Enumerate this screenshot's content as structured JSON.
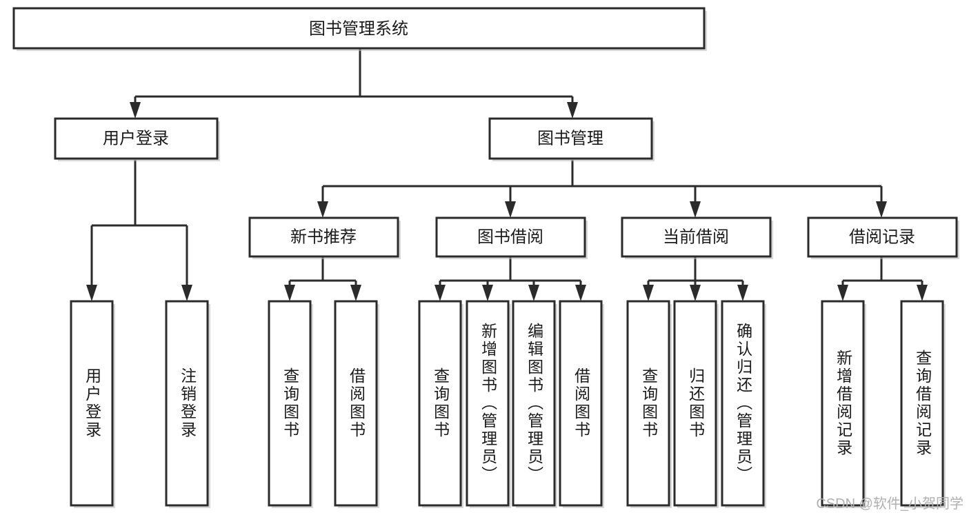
{
  "diagram": {
    "title": "图书管理系统",
    "type": "tree-hierarchy",
    "root": {
      "id": "root",
      "label": "图书管理系统",
      "level": 0
    },
    "level1": [
      {
        "id": "user-login",
        "label": "用户登录"
      },
      {
        "id": "book-manage",
        "label": "图书管理"
      }
    ],
    "level2": [
      {
        "id": "new-book-rec",
        "label": "新书推荐",
        "parent": "book-manage"
      },
      {
        "id": "book-borrow",
        "label": "图书借阅",
        "parent": "book-manage"
      },
      {
        "id": "current-borrow",
        "label": "当前借阅",
        "parent": "book-manage"
      },
      {
        "id": "borrow-record",
        "label": "借阅记录",
        "parent": "book-manage"
      }
    ],
    "leaves": {
      "user-login": [
        {
          "id": "leaf-user-login",
          "label": "用户登录"
        },
        {
          "id": "leaf-user-logout",
          "label": "注销登录"
        }
      ],
      "new-book-rec": [
        {
          "id": "leaf-query-book-1",
          "label": "查询图书"
        },
        {
          "id": "leaf-borrow-book-1",
          "label": "借阅图书"
        }
      ],
      "book-borrow": [
        {
          "id": "leaf-query-book-2",
          "label": "查询图书"
        },
        {
          "id": "leaf-add-book",
          "label": "新增图书（管理员）"
        },
        {
          "id": "leaf-edit-book",
          "label": "编辑图书（管理员）"
        },
        {
          "id": "leaf-borrow-book-2",
          "label": "借阅图书"
        }
      ],
      "current-borrow": [
        {
          "id": "leaf-query-book-3",
          "label": "查询图书"
        },
        {
          "id": "leaf-return-book",
          "label": "归还图书"
        },
        {
          "id": "leaf-confirm-return",
          "label": "确认归还（管理员）"
        }
      ],
      "borrow-record": [
        {
          "id": "leaf-add-record",
          "label": "新增借阅记录"
        },
        {
          "id": "leaf-query-record",
          "label": "查询借阅记录"
        }
      ]
    }
  },
  "watermark": {
    "text": "CSDN @软件_小贺同学"
  },
  "colors": {
    "stroke": "#2b2b2b",
    "fill": "#ffffff",
    "text": "#1a1a1a",
    "watermark": "#b0b0b0",
    "background": "#ffffff"
  }
}
